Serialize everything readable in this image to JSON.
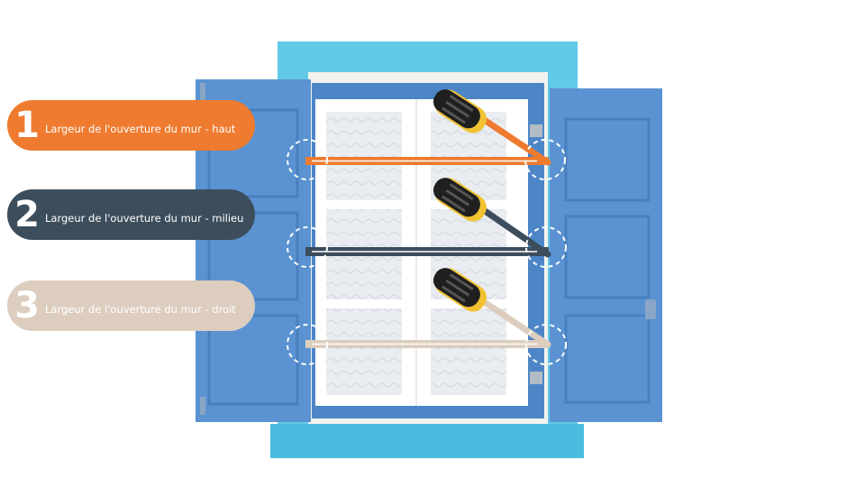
{
  "colors": {
    "orange": "#EE7B30",
    "slate": "#3C4D5C",
    "beige": "#DCCDBE",
    "window_blue": "#5B93D2",
    "frame_cyan": "#62C9E8",
    "measure_tool_yellow": "#F1C232"
  },
  "steps": [
    {
      "number": "1",
      "label": "Largeur de l'ouverture du mur - haut",
      "color": "#EE7B30"
    },
    {
      "number": "2",
      "label": "Largeur de l'ouverture du mur - milieu",
      "color": "#3C4D5C"
    },
    {
      "number": "3",
      "label": "Largeur de l'ouverture du mur - droit",
      "color": "#DCCDBE"
    }
  ],
  "icons": {
    "tape_measure": "tape-measure-icon",
    "measure_point": "dashed-circle-icon"
  }
}
